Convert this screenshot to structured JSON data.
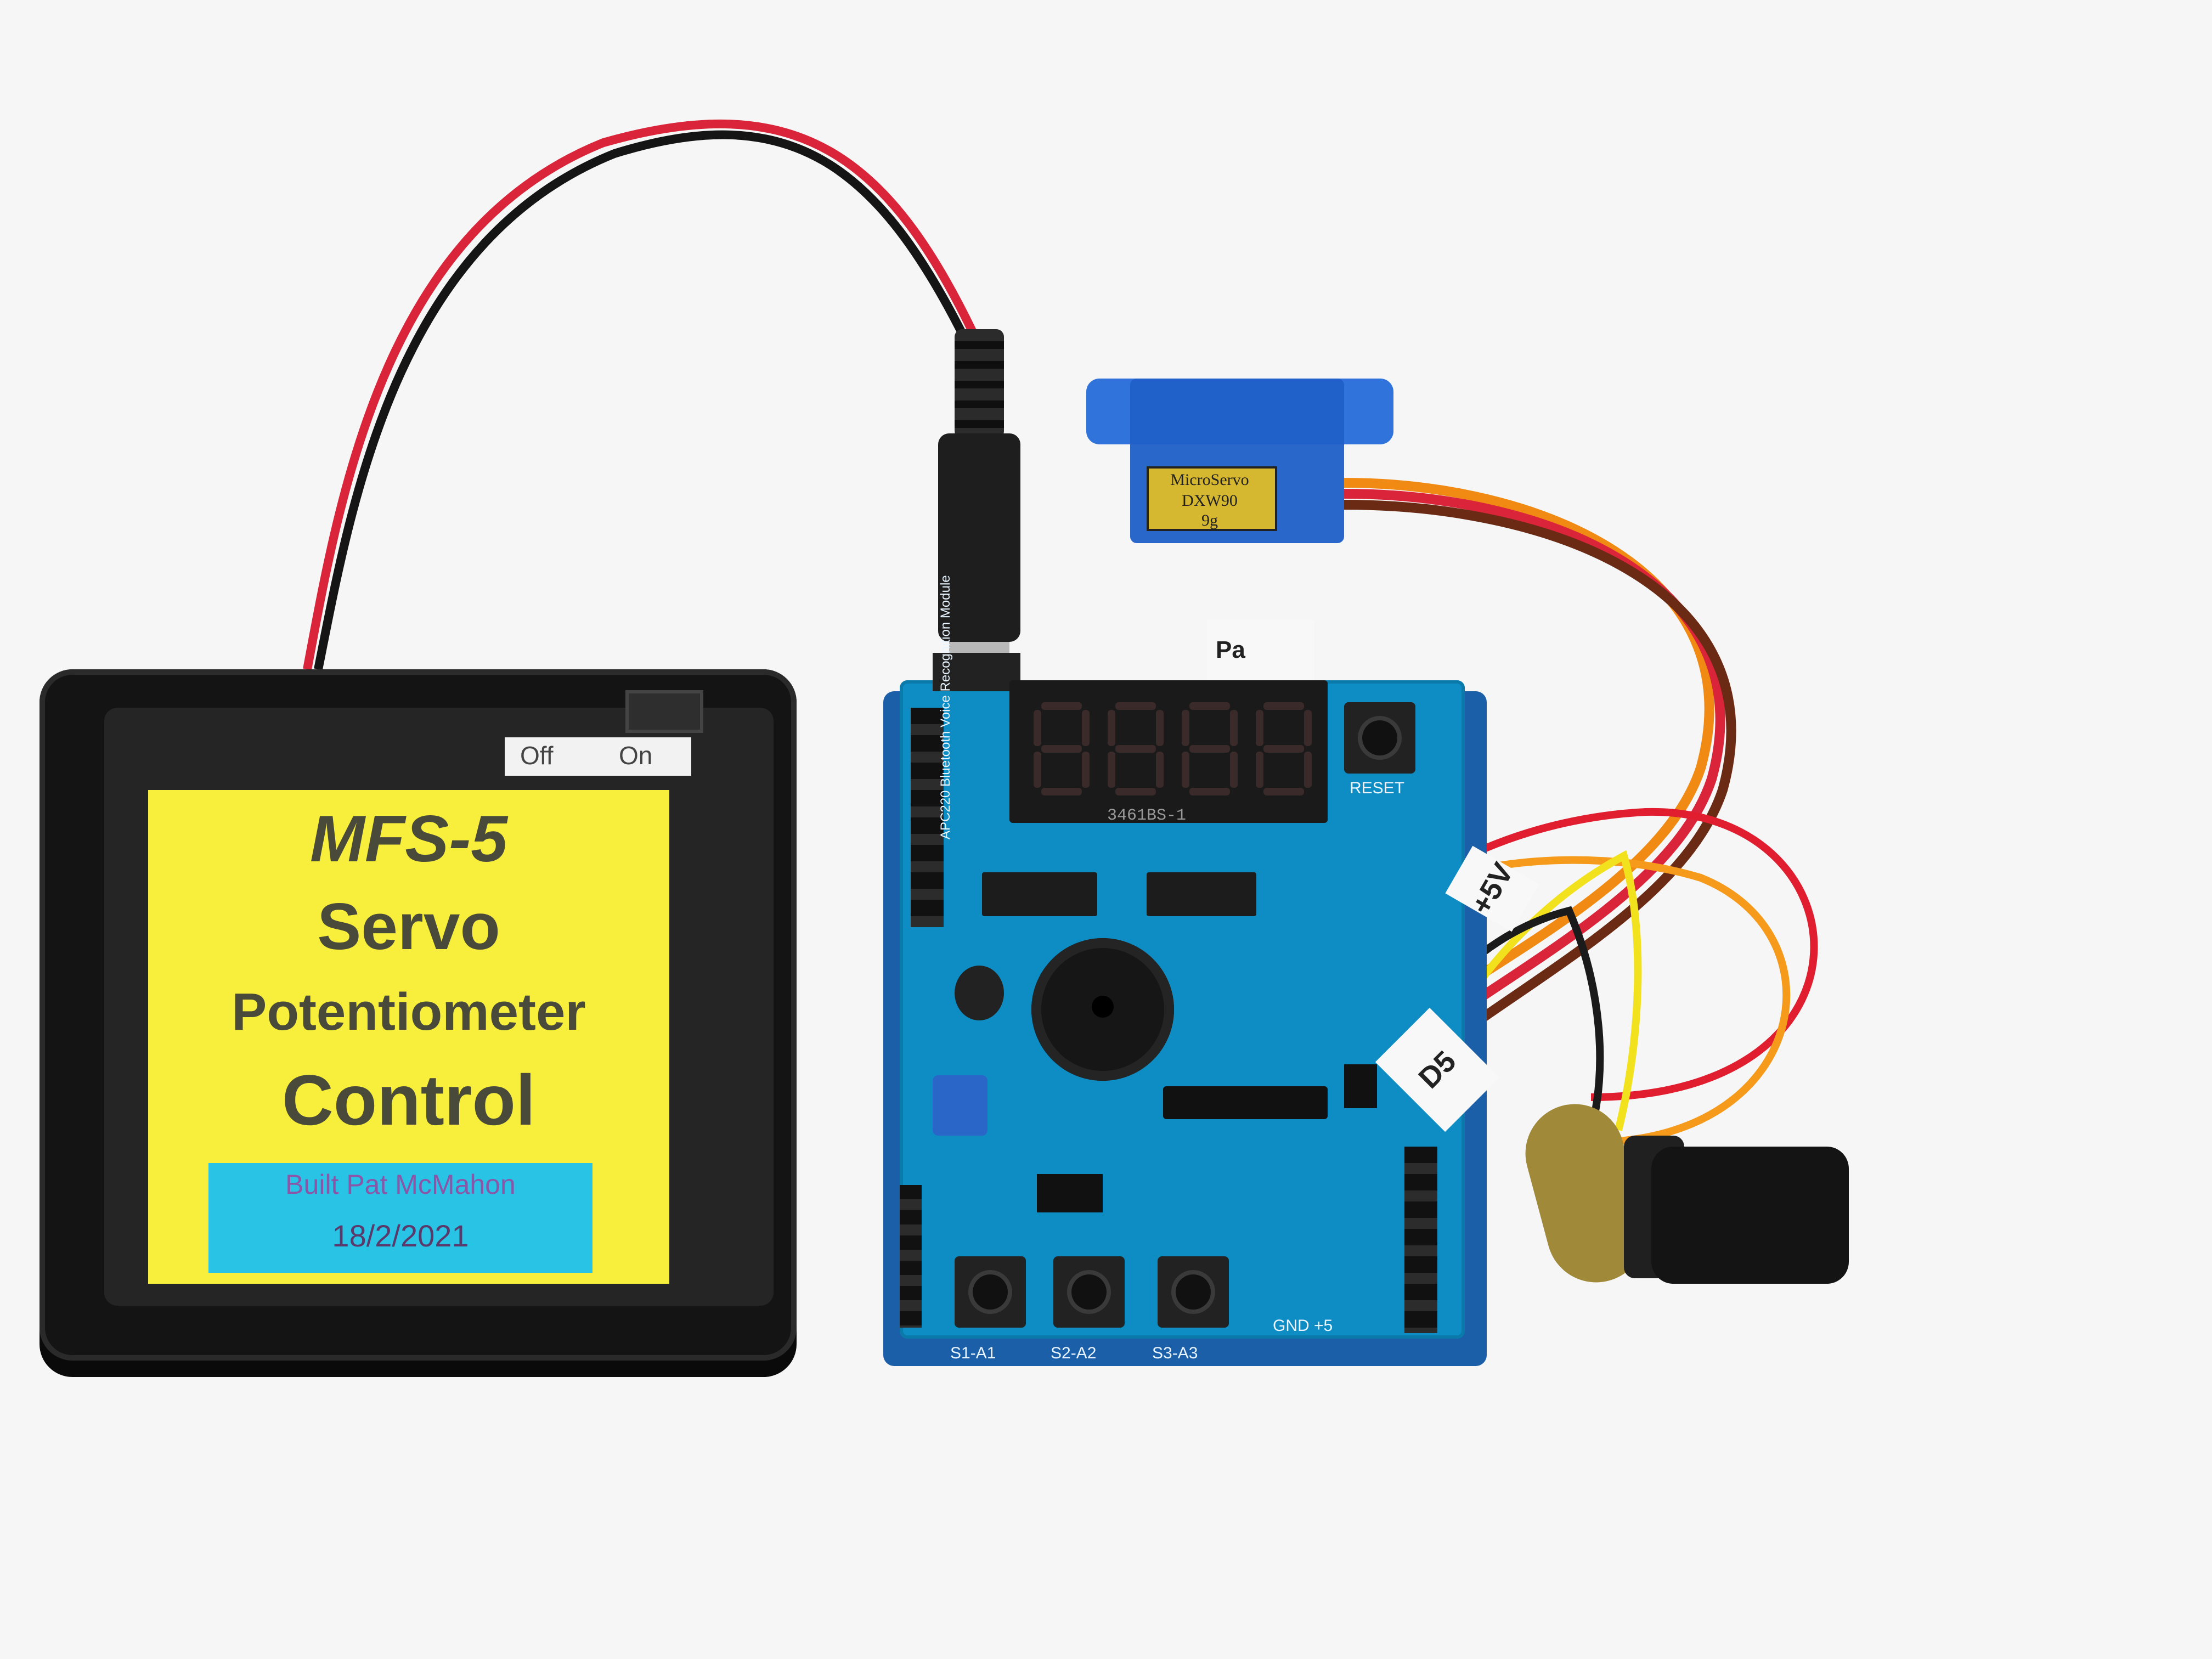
{
  "battery": {
    "switch_off": "Off",
    "switch_on": "On",
    "label": {
      "title": "MFS-5",
      "line2": "Servo",
      "line3": "Potentiometer",
      "line4": "Control",
      "builder": "Built Pat McMahon",
      "date": "18/2/2021"
    }
  },
  "servo": {
    "brand": "MicroServo",
    "model": "DXW90",
    "weight": "9g"
  },
  "board": {
    "display_part": "3461BS-1",
    "module_text": "APC220 Bluetooth Voice Recognition Module",
    "reset": "RESET",
    "buttons": [
      "S1-A1",
      "S2-A2",
      "S3-A3"
    ],
    "header_power": "GND +5",
    "back_tag": "Pa"
  },
  "tags": {
    "plus5v": "+5V",
    "d5": "D5"
  },
  "colors": {
    "board": "#0e8dc4",
    "label": "#f7ef3c",
    "servo": "#1f5fc8"
  }
}
